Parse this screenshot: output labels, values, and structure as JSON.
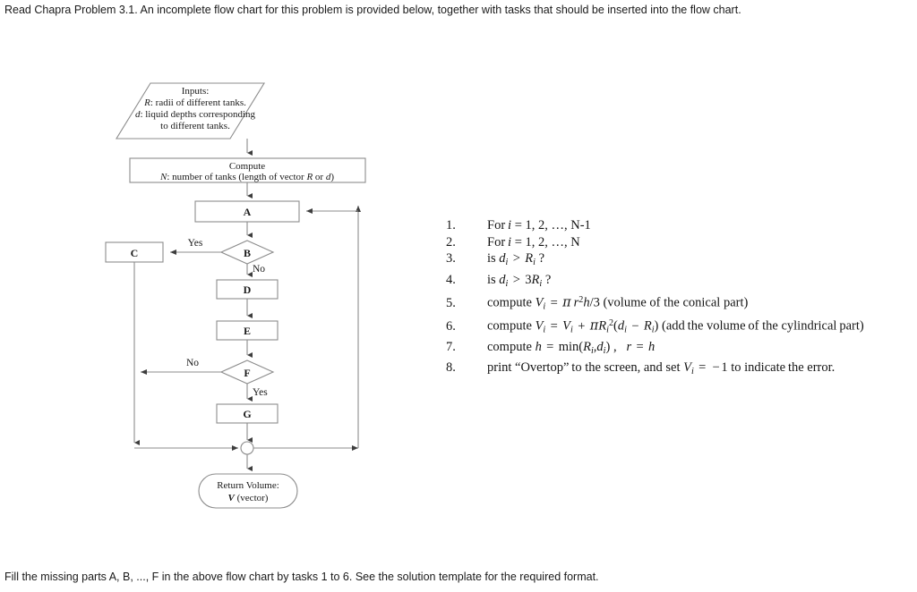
{
  "prompt": {
    "top": "Read Chapra Problem 3.1. An incomplete flow chart for this problem is provided below, together with tasks that should be inserted into the flow chart.",
    "bottom": "Fill the missing parts A, B, ..., F in the above flow chart by tasks 1 to 6. See the solution template for the required format."
  },
  "flowchart": {
    "input_node": {
      "line1": "Inputs:",
      "line2_var": "R",
      "line2_text": ": radii of different tanks.",
      "line3_var": "d",
      "line3_text": ": liquid  depths corresponding",
      "line4": "to different tanks."
    },
    "compute_node": {
      "line1": "Compute",
      "line2_var": "N",
      "line2_a": ": number of tanks (length of vector ",
      "line2_var2": "R",
      "line2_b": " or ",
      "line2_var3": "d",
      "line2_c": ")"
    },
    "nodes": {
      "a": "A",
      "b": "B",
      "c": "C",
      "d": "D",
      "e": "E",
      "f": "F",
      "g": "G"
    },
    "branches": {
      "b_yes": "Yes",
      "b_no": "No",
      "f_no": "No",
      "f_yes": "Yes"
    },
    "terminal": {
      "line1": "Return Volume:",
      "line2_var": "V",
      "line2_text": " (vector)"
    },
    "colors": {
      "stroke": "#8c8c8c",
      "arrow": "#3d3d3d",
      "text": "#1a1a1a"
    }
  },
  "tasks": [
    {
      "num": "1.",
      "text": "For i = 1, 2, …, N-1"
    },
    {
      "num": "2.",
      "text": "For i = 1, 2, …, N"
    },
    {
      "num": "3.",
      "text": "is d_i > R_i ?"
    },
    {
      "num": "4.",
      "text": "is d_i > 3R_i ?"
    },
    {
      "num": "5.",
      "text": "compute V_i = π r²h/3 (volume of the conical part)"
    },
    {
      "num": "6.",
      "text": "compute V_i = V_i + πR_i²(d_i − R_i) (add the volume of the cylindrical part)"
    },
    {
      "num": "7.",
      "text": "compute h = min(R_i, d_i) ,   r = h"
    },
    {
      "num": "8.",
      "text": "print “Overtop” to the screen, and set V_i = −1 to indicate the error."
    }
  ]
}
